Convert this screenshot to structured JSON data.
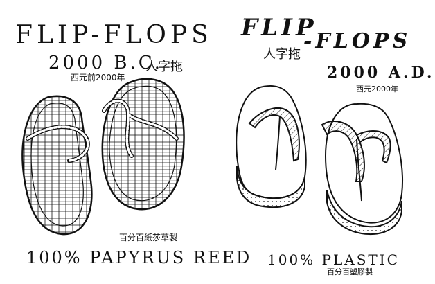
{
  "left_panel": {
    "title": "FLIP-FLOPS",
    "era": "2000 B.C.",
    "chinese_name": "人字拖",
    "chinese_era": "西元前2000年",
    "chinese_material": "百分百紙莎草製",
    "material": "100% PAPYRUS REED"
  },
  "right_panel": {
    "title_part1": "FLIP",
    "title_part2": "-FLOPS",
    "chinese_name": "人字拖",
    "era": "2000 A.D.",
    "chinese_era": "西元2000年",
    "material": "100% PLASTIC",
    "chinese_material": "百分百塑膠製"
  },
  "colors": {
    "ink": "#111111",
    "paper": "#ffffff"
  }
}
